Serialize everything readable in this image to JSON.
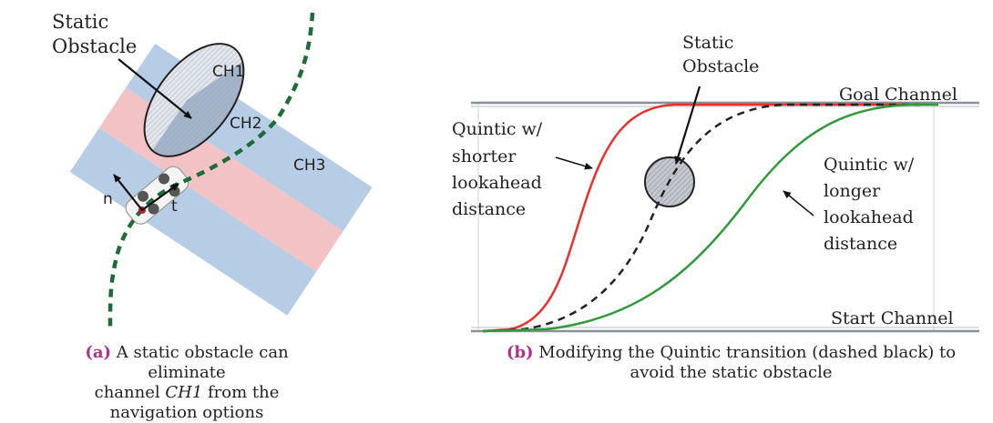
{
  "panel_a": {
    "obstacle_label_line1": "Static",
    "obstacle_label_line2": "Obstacle",
    "ch1": "CH1",
    "ch2": "CH2",
    "ch3": "CH3",
    "normal": "n",
    "tangent": "t",
    "caption_tag": "(a)",
    "caption_line1": "A static obstacle can eliminate",
    "caption_line2_pre": "channel ",
    "caption_line2_math": "CH1",
    "caption_line2_post": " from the",
    "caption_line3": "navigation options",
    "colors": {
      "channel_blue": "#b7cde6",
      "channel_pink": "#f3c2c4",
      "path_green": "#1e6b3a",
      "obstacle_fill": "#dfe3ea",
      "obstacle_shade": "#8fa3bd"
    }
  },
  "panel_b": {
    "obstacle_label_line1": "Static",
    "obstacle_label_line2": "Obstacle",
    "goal_channel": "Goal Channel",
    "start_channel": "Start Channel",
    "short_l1": "Quintic w/",
    "short_l2": "shorter",
    "short_l3": "lookahead",
    "short_l4": "distance",
    "long_l1": "Quintic w/",
    "long_l2": "longer",
    "long_l3": "lookahead",
    "long_l4": "distance",
    "caption_tag": "(b)",
    "caption_line1": "Modifying the Quintic transition (dashed black) to",
    "caption_line2": "avoid the static obstacle",
    "colors": {
      "short_curve": "#e8302f",
      "nominal_curve": "#222222",
      "long_curve": "#2e9a3a",
      "channel_line": "#8a9099"
    }
  }
}
